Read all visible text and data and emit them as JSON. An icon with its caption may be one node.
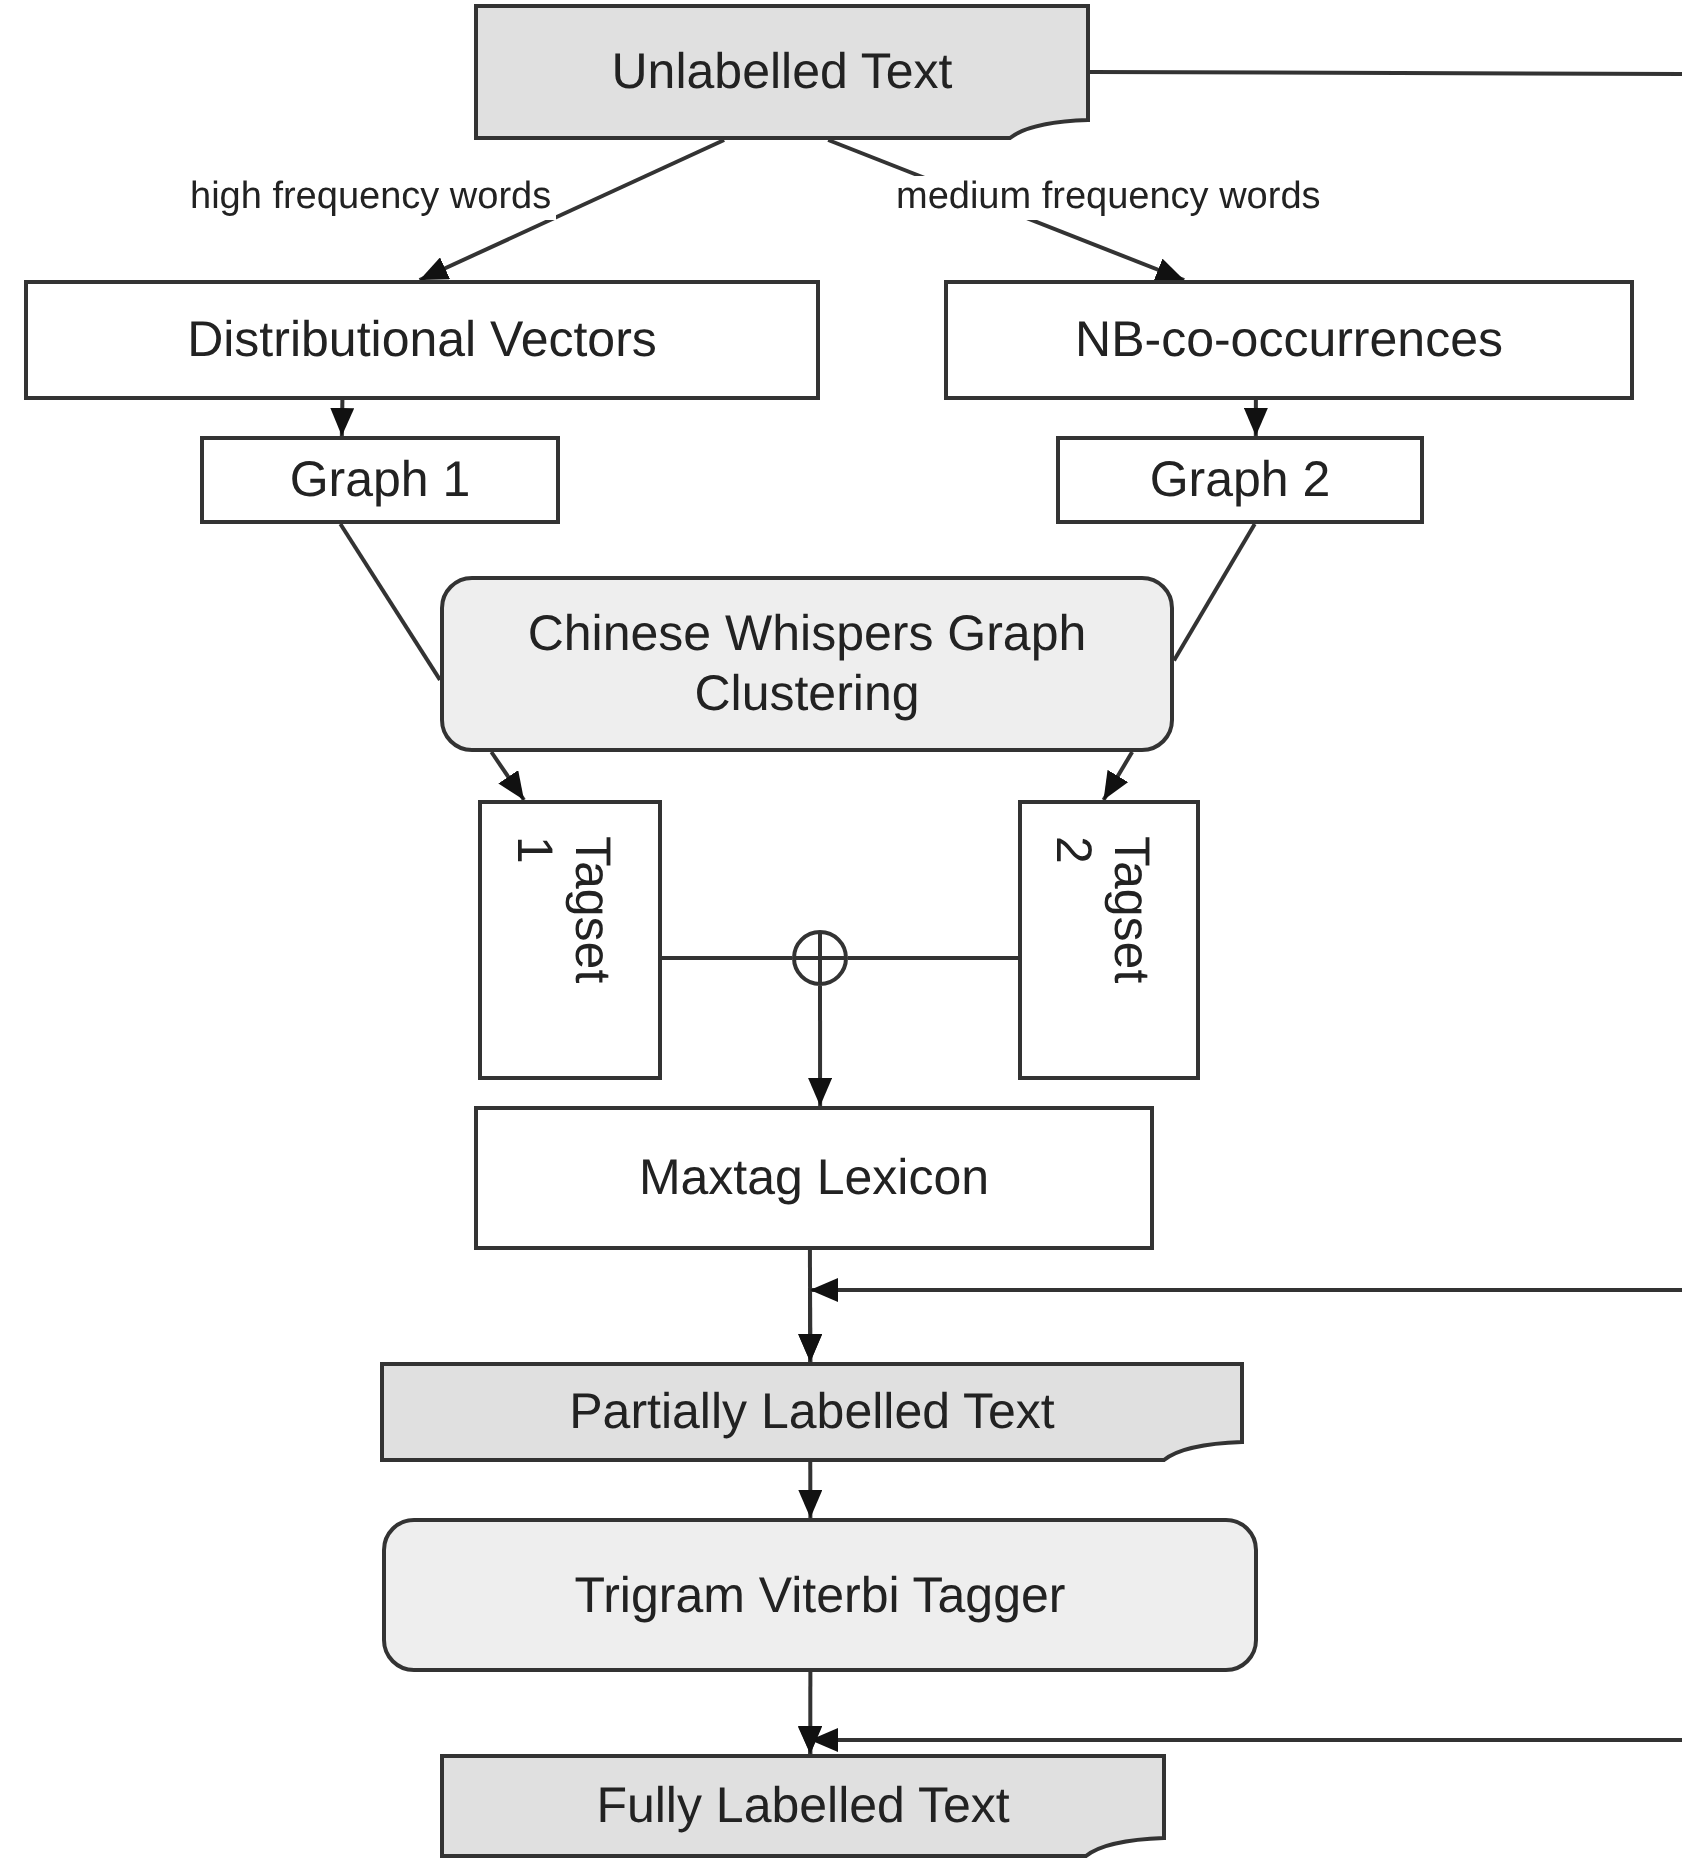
{
  "diagram": {
    "nodes": [
      {
        "text": [
          "Unlabelled Text"
        ]
      },
      {
        "text": [
          "Distributional Vectors"
        ]
      },
      {
        "text": [
          "NB-co-occurrences"
        ]
      },
      {
        "text": [
          "Graph 1"
        ]
      },
      {
        "text": [
          "Graph 2"
        ]
      },
      {
        "text": [
          "Chinese Whispers Graph Clustering"
        ]
      },
      {
        "text": [
          "Tagset 1"
        ]
      },
      {
        "text": [
          "Tagset 2"
        ]
      },
      {
        "text": [],
        "shape": "circle"
      },
      {
        "text": [
          "Maxtag Lexicon"
        ]
      },
      {
        "text": [
          "Partially Labelled Text"
        ]
      },
      {
        "text": [
          "Trigram Viterbi Tagger"
        ]
      },
      {
        "text": [
          "Fully Labelled Text"
        ]
      }
    ],
    "edges": [
      {
        "from": 0,
        "to": 1,
        "arrow": "to",
        "label": "high frequency words"
      },
      {
        "from": 0,
        "to": 2,
        "arrow": "to",
        "label": "medium frequency words"
      },
      {
        "from": 1,
        "to": 3,
        "arrow": "to"
      },
      {
        "from": 2,
        "to": 4,
        "arrow": "to"
      },
      {
        "from": 3,
        "to": 5,
        "arrow": "none"
      },
      {
        "from": 4,
        "to": 5,
        "arrow": "none"
      },
      {
        "from": 5,
        "to": 6,
        "arrow": "to"
      },
      {
        "from": 5,
        "to": 7,
        "arrow": "to"
      },
      {
        "from": 6,
        "to": 8,
        "arrow": "none"
      },
      {
        "from": 7,
        "to": 8,
        "arrow": "none"
      },
      {
        "from": 8,
        "to": 9,
        "arrow": "to"
      },
      {
        "from": 9,
        "to": 10,
        "arrow": "to"
      },
      {
        "from": 10,
        "to": 11,
        "arrow": "to"
      },
      {
        "from": 11,
        "to": 12,
        "arrow": "to"
      },
      {
        "from": 0,
        "to": null,
        "arrow": "none"
      },
      {
        "from": null,
        "to": 10,
        "arrow": "to"
      },
      {
        "from": null,
        "to": 12,
        "arrow": "to"
      }
    ]
  }
}
